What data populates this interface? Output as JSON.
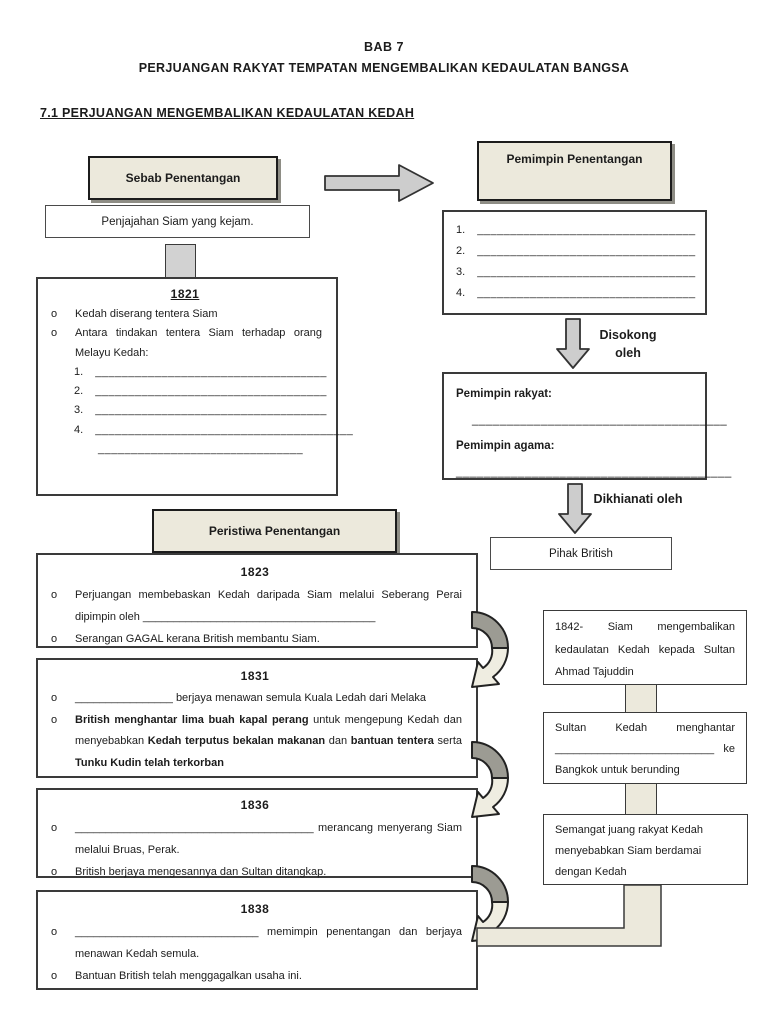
{
  "page": {
    "chapter": "BAB 7",
    "title": "PERJUANGAN RAKYAT TEMPATAN MENGEMBALIKAN KEDAULATAN BANGSA",
    "section": "7.1 PERJUANGAN MENGEMBALIKAN KEDAULATAN KEDAH"
  },
  "sebab": {
    "header": "Sebab Penentangan",
    "cause": "Penjajahan Siam yang kejam."
  },
  "pemimpin": {
    "header": "Pemimpin Penentangan",
    "items": [
      {
        "num": "1.",
        "blank": "_________________________________"
      },
      {
        "num": "2.",
        "blank": "_________________________________"
      },
      {
        "num": "3.",
        "blank": "_________________________________"
      },
      {
        "num": "4.",
        "blank": "_________________________________"
      }
    ]
  },
  "disokong": {
    "label": "Disokong oleh"
  },
  "sokongan": {
    "rakyat_label": "Pemimpin rakyat:",
    "rakyat_blank": "_____________________________________",
    "agama_label": "Pemimpin agama:",
    "agama_blank": "________________________________________"
  },
  "dikhianati": {
    "label": "Dikhianati oleh"
  },
  "british": {
    "text": "Pihak British"
  },
  "y1821": {
    "year": "1821",
    "marker": "o",
    "b1": "Kedah diserang tentera Siam",
    "b2": "Antara tindakan tentera Siam terhadap orang Melayu Kedah:",
    "items": [
      {
        "num": "1.",
        "blank": "___________________________________"
      },
      {
        "num": "2.",
        "blank": "___________________________________"
      },
      {
        "num": "3.",
        "blank": "___________________________________"
      },
      {
        "num": "4.",
        "blank": "_______________________________________"
      }
    ],
    "item4_wrap": "_______________________________"
  },
  "peristiwa": {
    "header": "Peristiwa Penentangan"
  },
  "y1823": {
    "year": "1823",
    "b1": "Perjuangan membebaskan Kedah daripada Siam melalui Seberang Perai dipimpin oleh ______________________________________",
    "b2": "Serangan GAGAL kerana British membantu Siam."
  },
  "y1831": {
    "year": "1831",
    "b1": "________________ berjaya menawan semula Kuala Ledah dari Melaka",
    "b2_segments": [
      {
        "t": "British menghantar lima buah kapal perang",
        "b": true
      },
      {
        "t": " untuk mengepung Kedah dan menyebabkan ",
        "b": false
      },
      {
        "t": "Kedah terputus bekalan makanan",
        "b": true
      },
      {
        "t": " dan ",
        "b": false
      },
      {
        "t": "bantuan tentera",
        "b": true
      },
      {
        "t": " serta ",
        "b": false
      },
      {
        "t": "Tunku Kudin telah terkorban",
        "b": true
      }
    ]
  },
  "y1836": {
    "year": "1836",
    "b1": "_______________________________________ merancang menyerang Siam melalui Bruas, Perak.",
    "b2": "British berjaya mengesannya dan Sultan ditangkap."
  },
  "y1838": {
    "year": "1838",
    "b1": "______________________________ memimpin penentangan dan berjaya menawan Kedah semula.",
    "b2": "Bantuan British telah menggagalkan usaha ini."
  },
  "r1842": {
    "text": "1842- Siam mengembalikan kedaulatan Kedah kepada Sultan Ahmad Tajuddin"
  },
  "rsultan": {
    "text": "Sultan Kedah menghantar __________________________ ke Bangkok untuk berunding"
  },
  "rsemangat": {
    "text": "Semangat juang rakyat Kedah menyebabkan Siam berdamai dengan Kedah"
  },
  "colors": {
    "cream": "#ECE9DC",
    "arrow_gray": "#CDCDCD",
    "connector_gray": "#D2D2D2",
    "curve_dark": "#9C9B93",
    "curve_light": "#EFEDE1"
  }
}
